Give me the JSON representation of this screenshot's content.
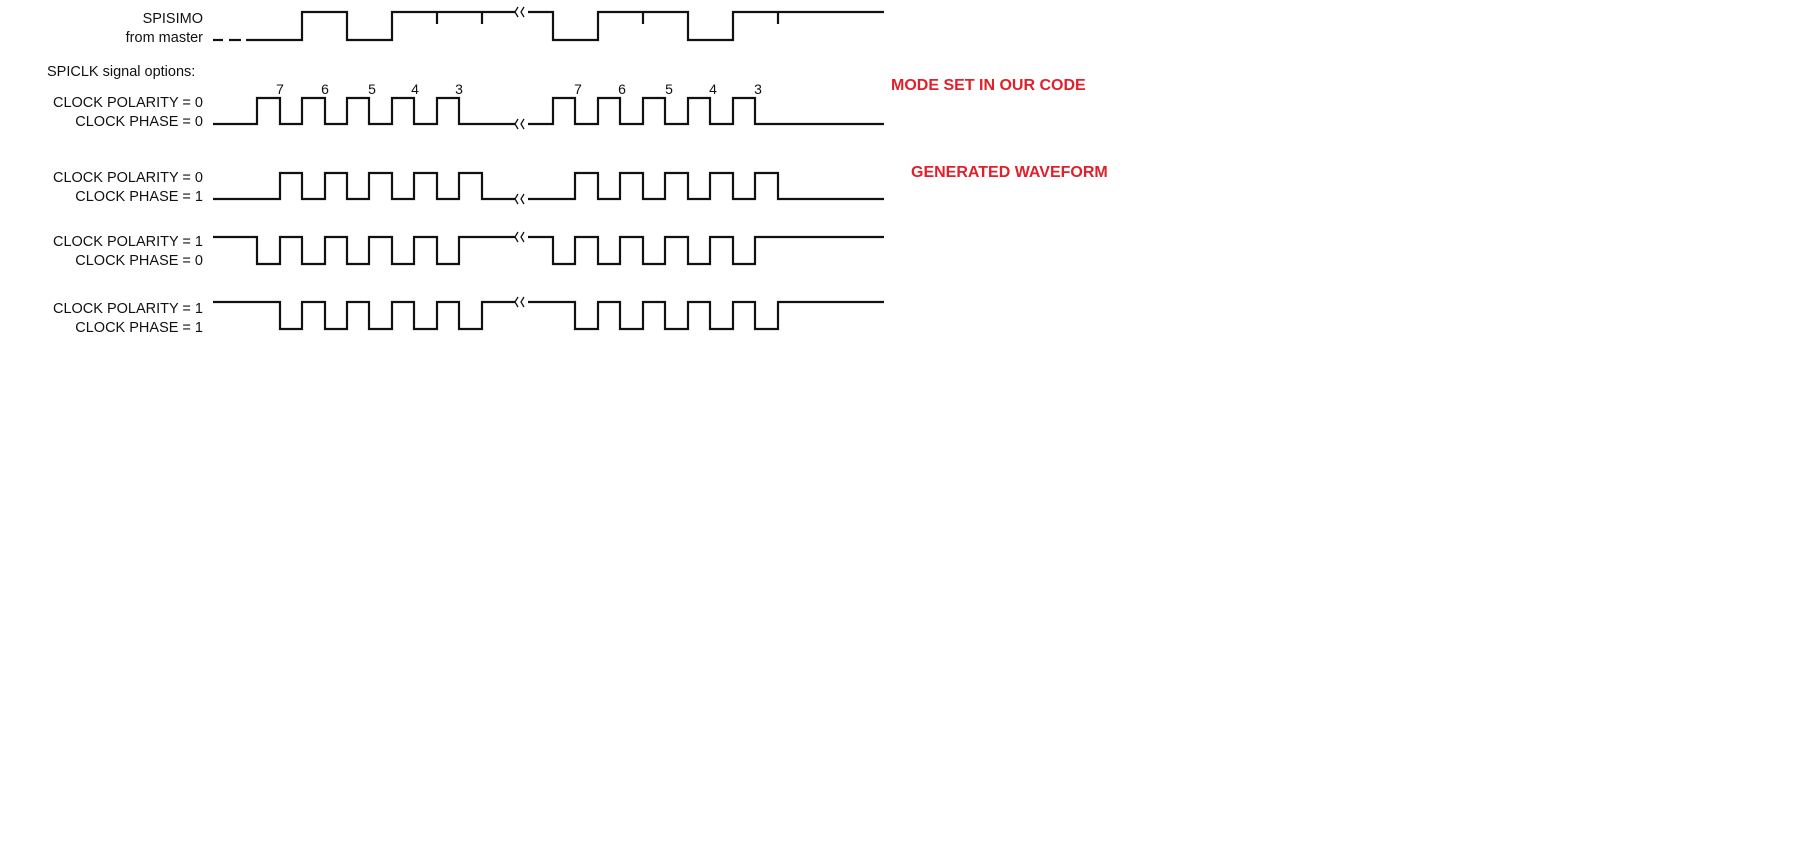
{
  "labels": {
    "spisimo_line1": "SPISIMO",
    "spisimo_line2": "from master",
    "options_heading": "SPICLK signal options:",
    "cpol0_cpha0_a": "CLOCK POLARITY = 0",
    "cpol0_cpha0_b": "CLOCK PHASE = 0",
    "cpol0_cpha1_a": "CLOCK POLARITY = 0",
    "cpol0_cpha1_b": "CLOCK PHASE = 1",
    "cpol1_cpha0_a": "CLOCK POLARITY = 1",
    "cpol1_cpha0_b": "CLOCK PHASE = 0",
    "cpol1_cpha1_a": "CLOCK POLARITY = 1",
    "cpol1_cpha1_b": "CLOCK PHASE = 1"
  },
  "annotations": {
    "mode": "MODE SET IN OUR CODE",
    "generated": "GENERATED WAVEFORM"
  },
  "bit_numbers": {
    "first_group": [
      "7",
      "6",
      "5",
      "4",
      "3"
    ],
    "second_group": [
      "7",
      "6",
      "5",
      "4",
      "3"
    ]
  },
  "colors": {
    "waveform": "#111111",
    "annotation": "#e0202a"
  }
}
